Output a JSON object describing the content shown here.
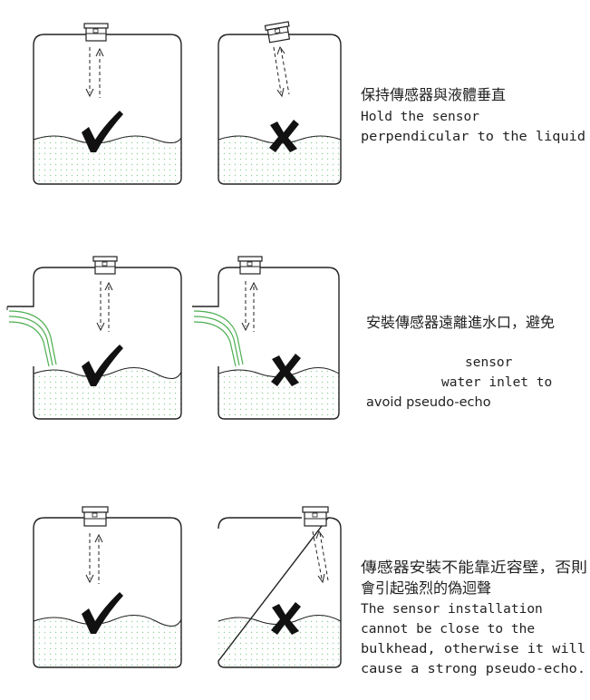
{
  "rows": [
    {
      "id": "perpendicular",
      "caption_lines": [
        "保持傳感器與液體垂直",
        "Hold the sensor",
        "perpendicular to the liquid"
      ],
      "correct_mark": "check-mark",
      "wrong_mark": "cross-mark"
    },
    {
      "id": "inlet",
      "caption_lines": [
        "安裝傳感器遠離進水口，避免",
        "sensor",
        "water inlet to",
        "avoid pseudo-echo"
      ],
      "correct_mark": "check-mark",
      "wrong_mark": "cross-mark"
    },
    {
      "id": "bulkhead",
      "caption_lines": [
        "傳感器安裝不能靠近容壁，否則",
        "會引起強烈的偽迴聲",
        "The sensor installation",
        "cannot be close to the",
        "bulkhead, otherwise it will",
        "cause a strong pseudo-echo."
      ],
      "correct_mark": "check-mark",
      "wrong_mark": "cross-mark"
    }
  ],
  "colors": {
    "line": "#222222",
    "liquid_dots": "#8fd19a",
    "inlet_stream": "#4caf50",
    "mark": "#111111"
  }
}
